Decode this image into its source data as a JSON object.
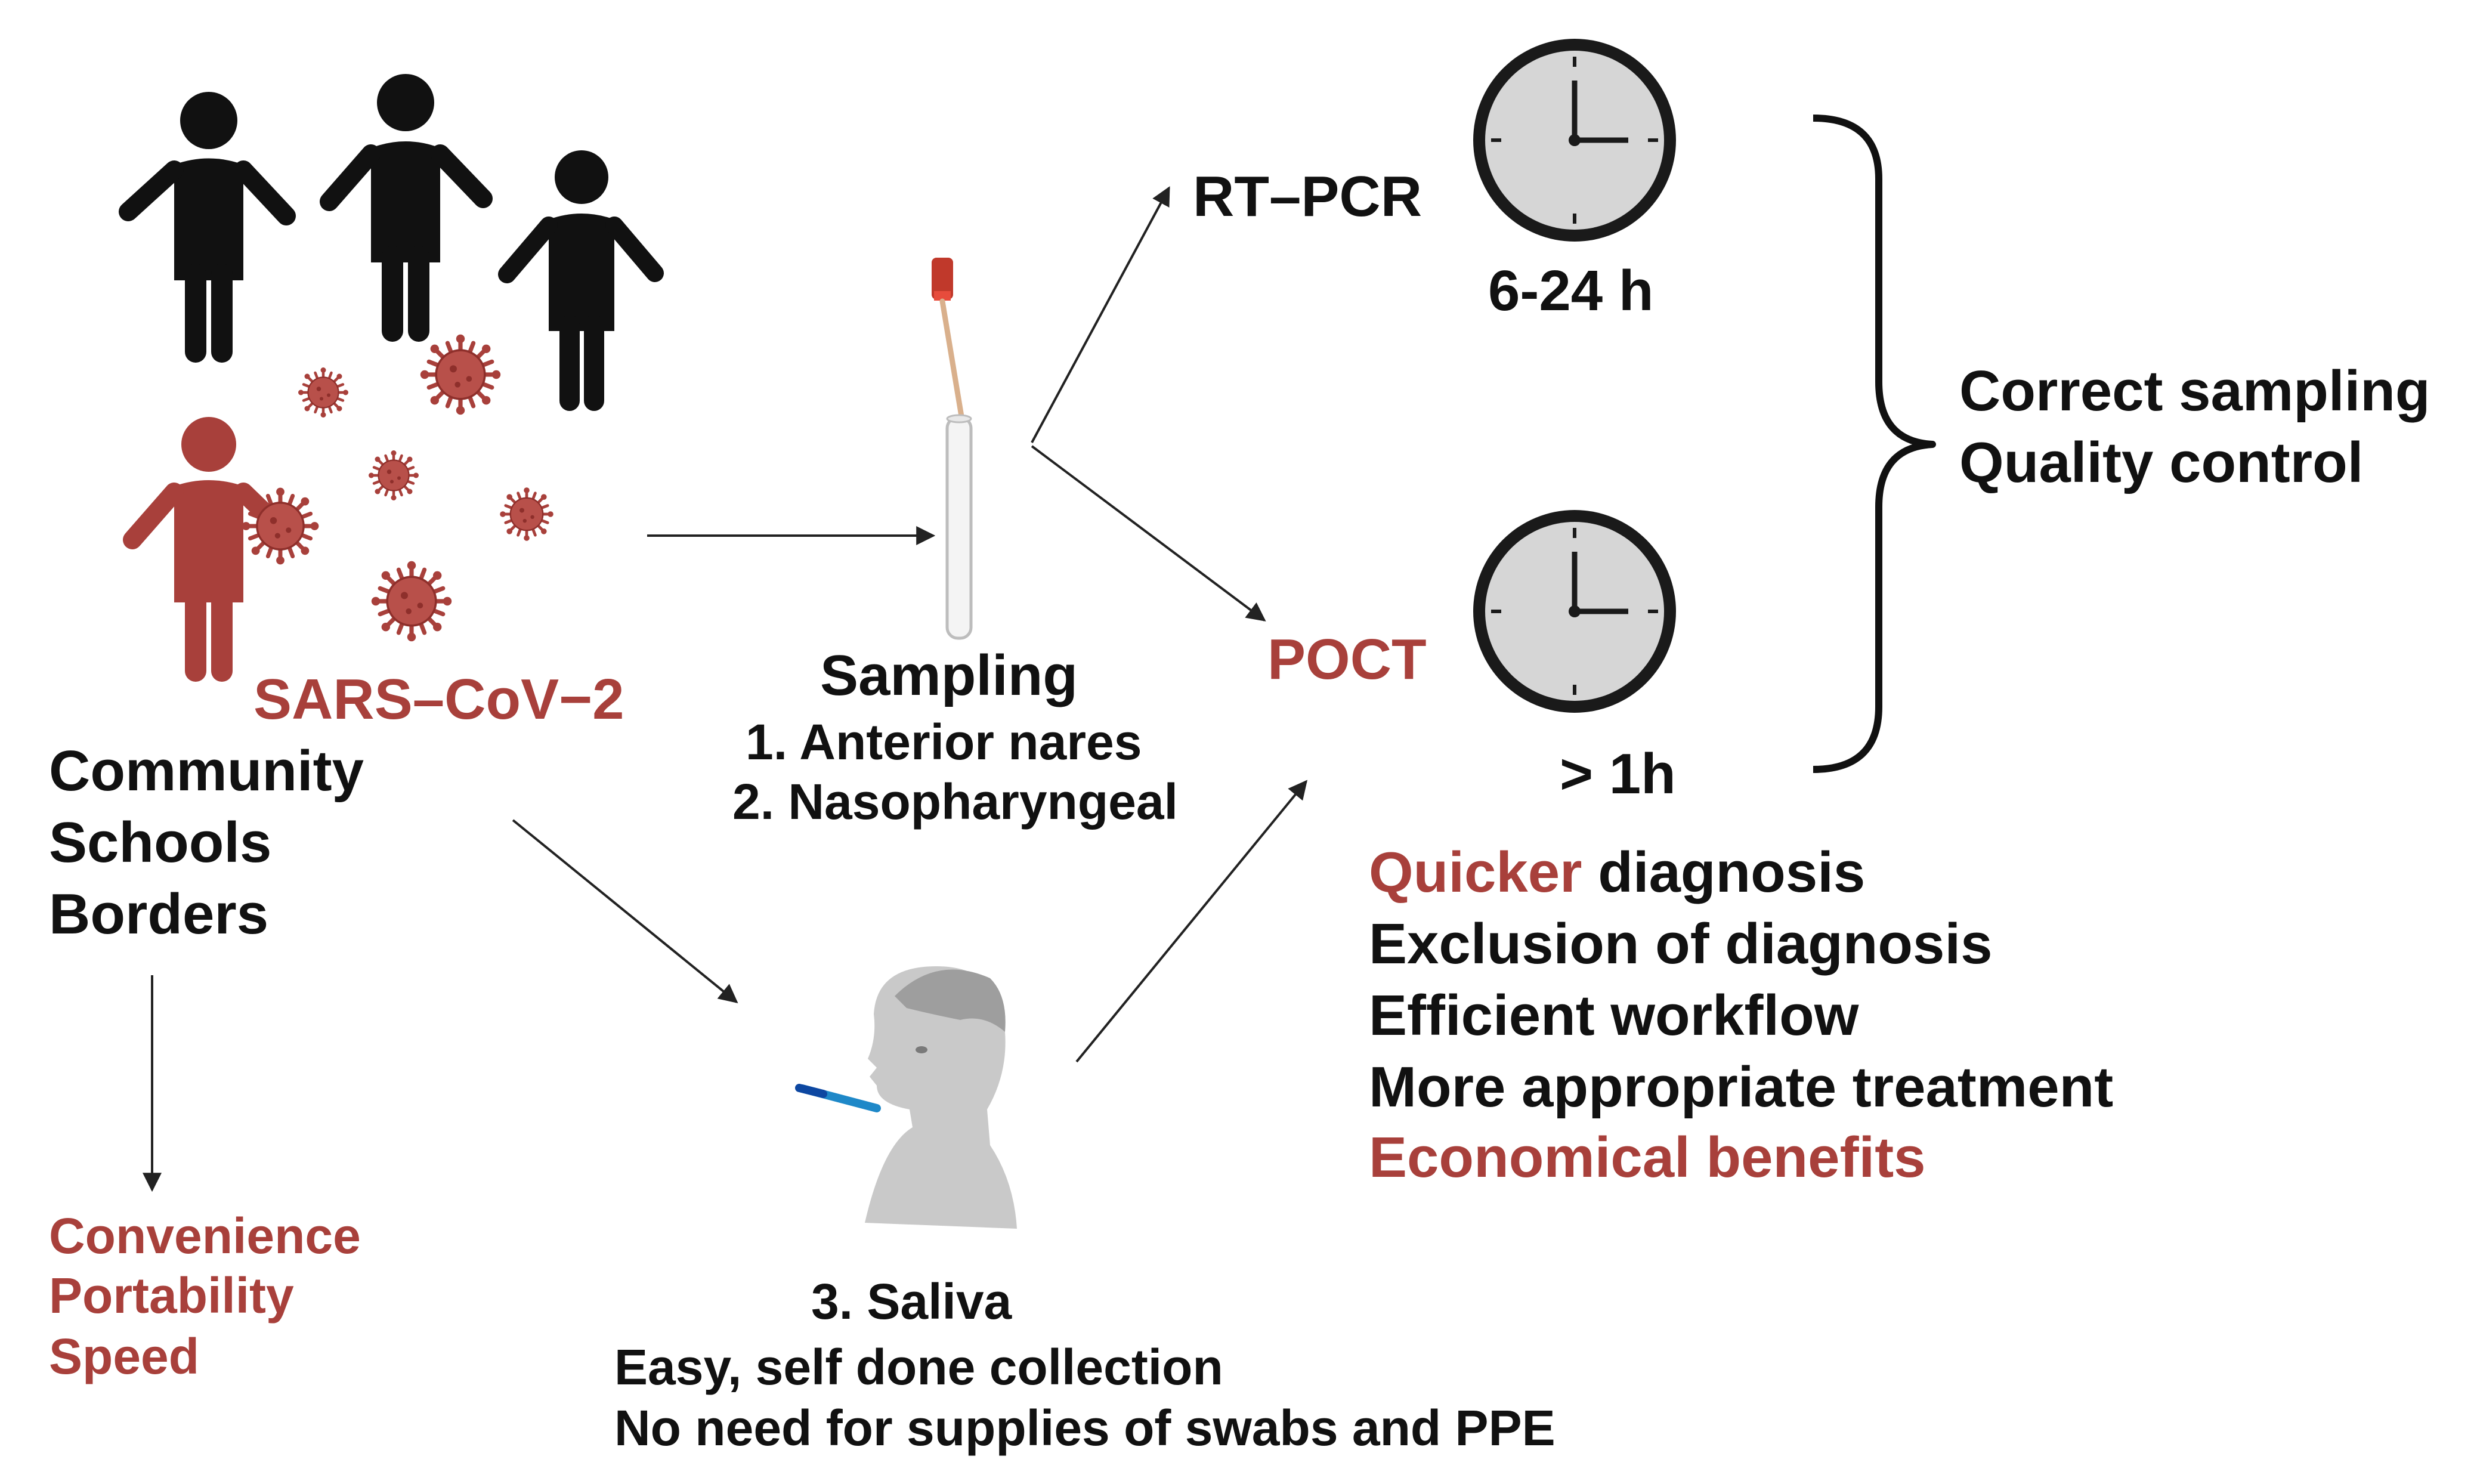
{
  "pathogen_label": "SARS–CoV−2",
  "settings": [
    "Community",
    "Schools",
    "Borders"
  ],
  "advantages": [
    "Convenience",
    "Portability",
    "Speed"
  ],
  "sampling": {
    "title": "Sampling",
    "items": [
      "1. Anterior nares",
      "2. Nasopharyngeal"
    ]
  },
  "saliva": {
    "title": "3. Saliva",
    "notes": [
      "Easy, self done collection",
      "No need for supplies of swabs and PPE"
    ]
  },
  "methods": {
    "rtpcr": {
      "label": "RT–PCR",
      "time": "6-24 h"
    },
    "poct": {
      "label": "POCT",
      "time": "> 1h"
    }
  },
  "requirements": [
    "Correct sampling",
    "Quality control"
  ],
  "benefits": {
    "quicker_red": "Quicker",
    "quicker_rest": " diagnosis",
    "lines": [
      "Exclusion of diagnosis",
      "Efficient workflow",
      "More appropriate treatment"
    ],
    "economical": "Economical benefits"
  },
  "colors": {
    "accent_red": "#a8403b",
    "text": "#111111",
    "person_dark": "#111111",
    "clock_face": "#d6d6d6"
  },
  "icons": [
    "person-icon",
    "infected-person-icon",
    "virus-icon",
    "swab-tube-icon",
    "saliva-person-icon",
    "clock-icon",
    "brace-icon",
    "arrow-icon"
  ]
}
